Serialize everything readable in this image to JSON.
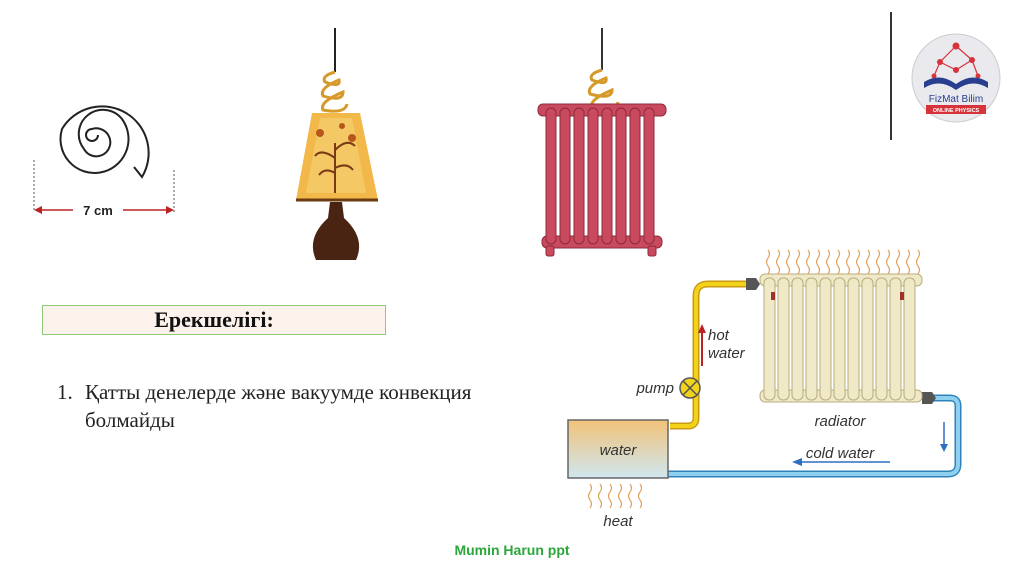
{
  "spiral": {
    "dimension_label": "7 cm"
  },
  "heading": {
    "text": "Ерекшелігі:"
  },
  "list": {
    "items": [
      {
        "number": "1.",
        "text": "Қатты денелерде және вакуумде конвекция болмайды"
      }
    ]
  },
  "logo": {
    "name": "FizMat Bilim",
    "subtitle": "ONLINE PHYSICS"
  },
  "diagram": {
    "labels": {
      "hot_water": "hot\nwater",
      "pump": "pump",
      "radiator": "radiator",
      "cold_water": "cold water",
      "water": "water",
      "heat": "heat"
    },
    "colors": {
      "hot_pipe": "#f3d21a",
      "cold_pipe": "#58b7e6",
      "tank_top": "#f2c27a",
      "tank_bottom": "#cfe7ef"
    }
  },
  "footer": {
    "text": "Mumin Harun ppt"
  }
}
